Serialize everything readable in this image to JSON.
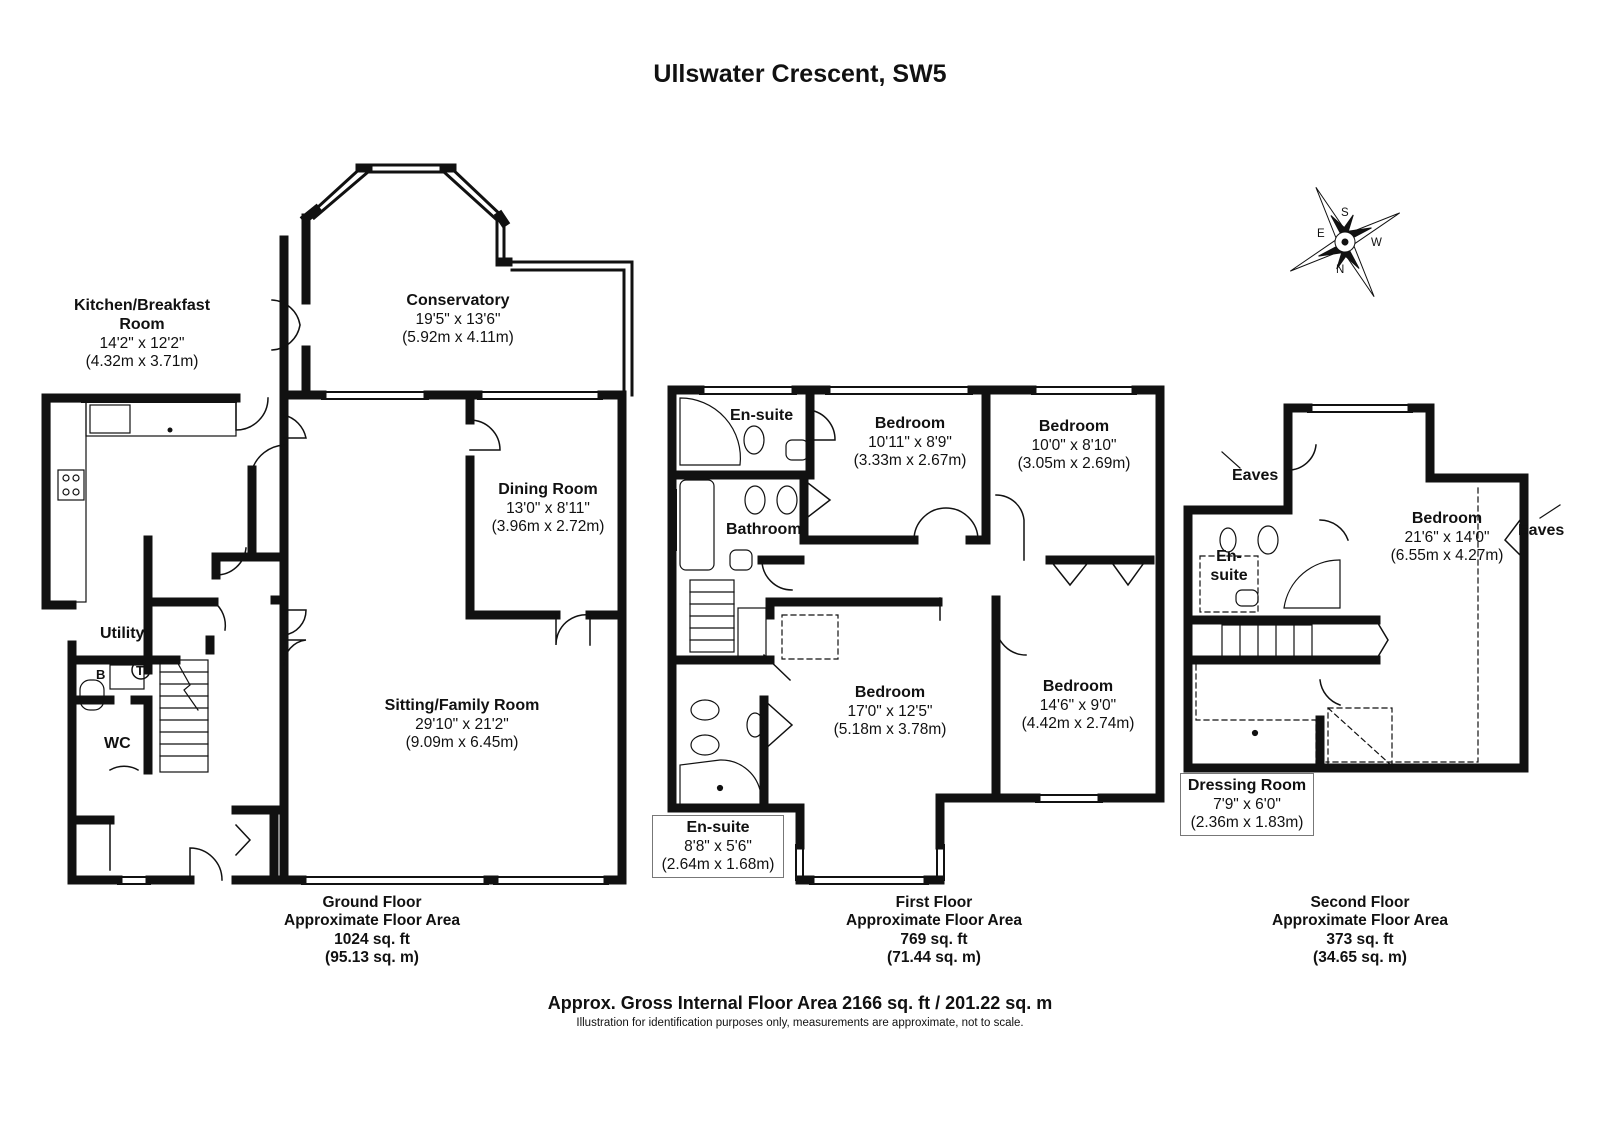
{
  "title": "Ullswater Crescent, SW5",
  "compass": {
    "s": "S",
    "w": "W",
    "n": "N",
    "e": "E"
  },
  "rooms": {
    "kitchen": {
      "name": "Kitchen/Breakfast Room",
      "name_l1": "Kitchen/Breakfast",
      "name_l2": "Room",
      "dim_imp": "14'2\" x 12'2\"",
      "dim_met": "(4.32m x 3.71m)"
    },
    "conservatory": {
      "name": "Conservatory",
      "dim_imp": "19'5\" x 13'6\"",
      "dim_met": "(5.92m x 4.11m)"
    },
    "dining": {
      "name": "Dining Room",
      "dim_imp": "13'0\" x 8'11\"",
      "dim_met": "(3.96m x 2.72m)"
    },
    "sitting": {
      "name": "Sitting/Family Room",
      "dim_imp": "29'10\" x 21'2\"",
      "dim_met": "(9.09m x 6.45m)"
    },
    "utility": {
      "name": "Utility"
    },
    "wc": {
      "name": "WC"
    },
    "boiler": {
      "label": "B"
    },
    "thermostat": {
      "label": "T"
    },
    "f1_ensuite_top": {
      "name": "En-suite"
    },
    "f1_bathroom": {
      "name": "Bathroom"
    },
    "f1_bed1": {
      "name": "Bedroom",
      "dim_imp": "10'11\" x 8'9\"",
      "dim_met": "(3.33m x 2.67m)"
    },
    "f1_bed2": {
      "name": "Bedroom",
      "dim_imp": "10'0\" x 8'10\"",
      "dim_met": "(3.05m x 2.69m)"
    },
    "f1_bed3": {
      "name": "Bedroom",
      "dim_imp": "17'0\" x 12'5\"",
      "dim_met": "(5.18m x 3.78m)"
    },
    "f1_bed4": {
      "name": "Bedroom",
      "dim_imp": "14'6\" x 9'0\"",
      "dim_met": "(4.42m x 2.74m)"
    },
    "f1_ensuite_bottom": {
      "name": "En-suite",
      "dim_imp": "8'8\" x 5'6\"",
      "dim_met": "(2.64m x 1.68m)"
    },
    "f2_bedroom": {
      "name": "Bedroom",
      "dim_imp": "21'6\" x 14'0\"",
      "dim_met": "(6.55m x 4.27m)"
    },
    "f2_ensuite": {
      "name_l1": "En-",
      "name_l2": "suite"
    },
    "f2_dressing": {
      "name": "Dressing Room",
      "dim_imp": "7'9\" x 6'0\"",
      "dim_met": "(2.36m x 1.83m)"
    },
    "eaves_left": "Eaves",
    "eaves_right": "Eaves"
  },
  "floors": [
    {
      "name": "Ground Floor",
      "area_label": "Approximate Floor Area",
      "sqft": "1024 sq. ft",
      "sqm": "(95.13 sq. m)"
    },
    {
      "name": "First Floor",
      "area_label": "Approximate Floor Area",
      "sqft": "769 sq. ft",
      "sqm": "(71.44 sq. m)"
    },
    {
      "name": "Second Floor",
      "area_label": "Approximate Floor Area",
      "sqft": "373 sq. ft",
      "sqm": "(34.65 sq. m)"
    }
  ],
  "gross_area": "Approx. Gross Internal Floor Area 2166 sq. ft / 201.22 sq. m",
  "disclaimer": "Illustration for identification purposes only, measurements are approximate, not to scale."
}
